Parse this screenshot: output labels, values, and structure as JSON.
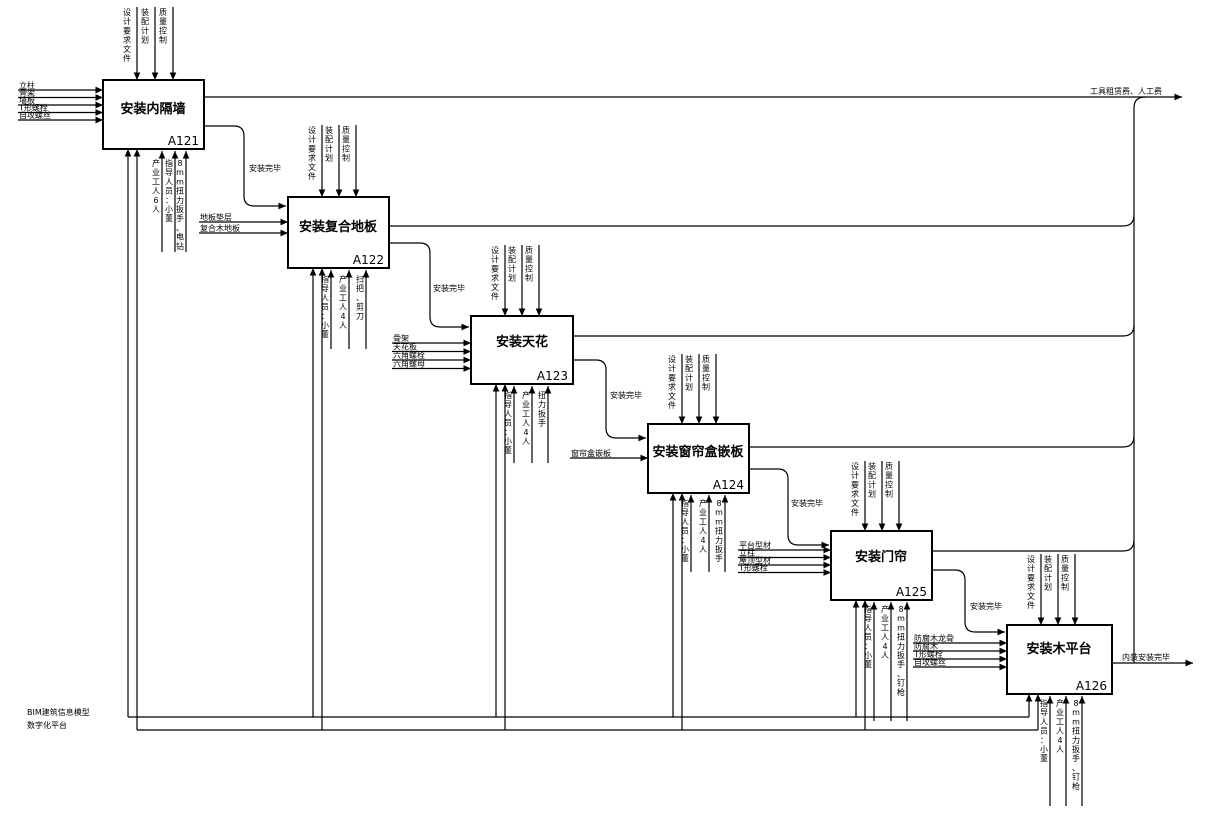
{
  "boxes": [
    {
      "id": "A121",
      "title": "安装内隔墙",
      "code": "A121",
      "inputs": [
        "立柱",
        "骨架",
        "墙板",
        "T形螺栓",
        "自攻螺丝"
      ],
      "controls": [
        "设计要求文件",
        "装配计划",
        "质量控制"
      ],
      "mechanisms": [
        "产业工人6人",
        "指导人员：小董",
        "8mm扭力扳手、电钻"
      ]
    },
    {
      "id": "A122",
      "title": "安装复合地板",
      "code": "A122",
      "inputs": [
        "地板垫层",
        "复合木地板"
      ],
      "controls": [
        "设计要求文件",
        "装配计划",
        "质量控制"
      ],
      "mechanisms": [
        "指导人员：小董",
        "产业工人4人",
        "扫把、剪刀"
      ]
    },
    {
      "id": "A123",
      "title": "安装天花",
      "code": "A123",
      "inputs": [
        "骨架",
        "天花板",
        "六角螺栓",
        "六角螺母"
      ],
      "controls": [
        "设计要求文件",
        "装配计划",
        "质量控制"
      ],
      "mechanisms": [
        "指导人员：小董",
        "产业工人4人",
        "扭力扳手"
      ]
    },
    {
      "id": "A124",
      "title": "安装窗帘盒嵌板",
      "code": "A124",
      "inputs": [
        "窗帘盒嵌板"
      ],
      "controls": [
        "设计要求文件",
        "装配计划",
        "质量控制"
      ],
      "mechanisms": [
        "指导人员：小董",
        "产业工人4人",
        "8mm扭力扳手"
      ]
    },
    {
      "id": "A125",
      "title": "安装门帘",
      "code": "A125",
      "inputs": [
        "平台型材",
        "立柱",
        "屋顶型材",
        "T形螺栓"
      ],
      "controls": [
        "设计要求文件",
        "装配计划",
        "质量控制"
      ],
      "mechanisms": [
        "指导人员：小董",
        "产业工人4人",
        "8mm扭力扳手、钉枪"
      ]
    },
    {
      "id": "A126",
      "title": "安装木平台",
      "code": "A126",
      "inputs": [
        "防腐木龙骨",
        "防腐木",
        "T形螺栓",
        "自攻螺丝"
      ],
      "controls": [
        "设计要求文件",
        "装配计划",
        "质量控制"
      ],
      "mechanisms": [
        "指导人员：小董",
        "产业工人4人",
        "8mm扭力扳手、钉枪"
      ]
    }
  ],
  "transitions": [
    "安装完毕",
    "安装完毕",
    "安装完毕",
    "安装完毕",
    "安装完毕"
  ],
  "output_top": "工具租赁费、人工费",
  "output_final": "内装安装完毕",
  "platforms": [
    "BIM建筑信息模型",
    "数字化平台"
  ]
}
